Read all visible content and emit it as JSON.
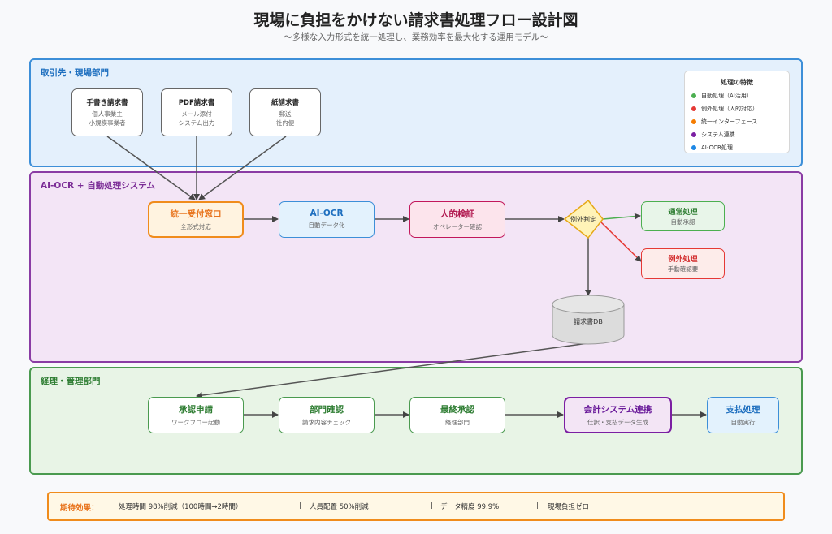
{
  "title": "現場に負担をかけない請求書処理フロー設計図",
  "subtitle": "～多様な入力形式を統一処理し、業務効率を最大化する運用モデル～",
  "sections": {
    "partners": "取引先・現場部門",
    "system": "AI-OCR + 自動処理システム",
    "accounting": "経理・管理部門"
  },
  "sources": [
    {
      "title": "手書き請求書",
      "sub": "個人事業主\n小規模事業者"
    },
    {
      "title": "PDF請求書",
      "sub": "メール添付\nシステム出力"
    },
    {
      "title": "紙請求書",
      "sub": "郵送\n社内便"
    }
  ],
  "legend": {
    "title": "処理の特徴",
    "items": [
      {
        "label": "自動処理（AI活用）",
        "color": "#4caf50"
      },
      {
        "label": "例外処理（人的対応）",
        "color": "#e53935"
      },
      {
        "label": "統一インターフェース",
        "color": "#f57c00"
      },
      {
        "label": "システム連携",
        "color": "#7b1fa2"
      },
      {
        "label": "AI-OCR処理",
        "color": "#1e88e5"
      }
    ]
  },
  "system_nodes": {
    "reception": {
      "title": "統一受付窓口",
      "sub": "全形式対応"
    },
    "ocr": {
      "title": "AI-OCR",
      "sub": "自動データ化"
    },
    "verify": {
      "title": "人的検証",
      "sub": "オペレーター確認"
    },
    "decision": "例外判定",
    "normal": {
      "title": "通常処理",
      "sub": "自動承認"
    },
    "exception": {
      "title": "例外処理",
      "sub": "手動確認要"
    },
    "db": "請求書DB"
  },
  "accounting_nodes": {
    "approval_request": {
      "title": "承認申請",
      "sub": "ワークフロー起動"
    },
    "dept_check": {
      "title": "部門確認",
      "sub": "請求内容チェック"
    },
    "final_approval": {
      "title": "最終承認",
      "sub": "経理部門"
    },
    "accounting_link": {
      "title": "会計システム連携",
      "sub": "仕訳・支払データ生成"
    },
    "payment": {
      "title": "支払処理",
      "sub": "自動実行"
    }
  },
  "effects": {
    "label": "期待効果：",
    "items": [
      "処理時間 98%削減（100時間→2時間）",
      "|",
      "人員配置 50%削減",
      "|",
      "データ精度 99.9%",
      "|",
      "現場負担ゼロ"
    ]
  }
}
